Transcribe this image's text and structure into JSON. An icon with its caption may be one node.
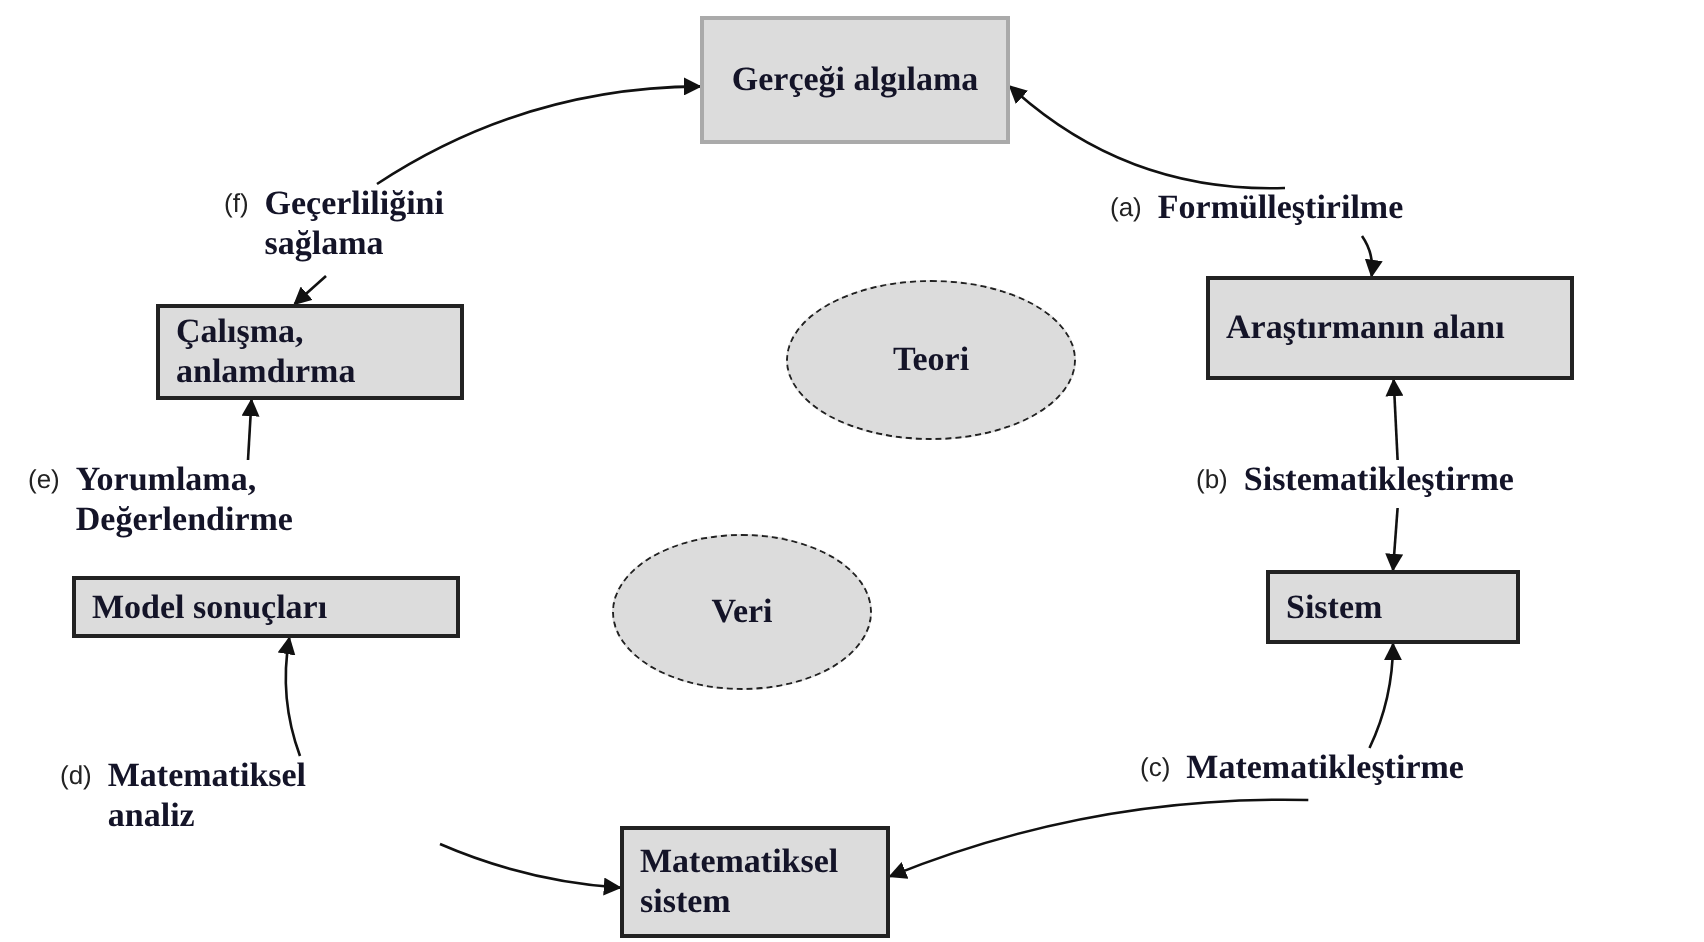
{
  "diagram": {
    "nodes": [
      {
        "text": [
          "Gerçeği algılama"
        ]
      },
      {
        "text": [
          "(f)",
          "Geçerliliğini sağlama"
        ]
      },
      {
        "text": [
          "(a)",
          "Formülleştirilme"
        ]
      },
      {
        "text": [
          "Çalışma, anlamdırma"
        ]
      },
      {
        "text": [
          "Teori"
        ]
      },
      {
        "text": [
          "Araştırmanın alanı"
        ]
      },
      {
        "text": [
          "(e)",
          "Yorumlama, Değerlendirme"
        ]
      },
      {
        "text": [
          "(b)",
          "Sistematikleştirme"
        ]
      },
      {
        "text": [
          "Model sonuçları"
        ]
      },
      {
        "text": [
          "Veri"
        ]
      },
      {
        "text": [
          "Sistem"
        ]
      },
      {
        "text": [
          "(d)",
          "Matematiksel analiz"
        ]
      },
      {
        "text": [
          "(c)",
          "Matematikleştirme"
        ]
      },
      {
        "text": [
          "Matematiksel sistem"
        ]
      }
    ],
    "edges": [
      {
        "from": 2,
        "to": 0,
        "arrow": "to"
      },
      {
        "from": 2,
        "to": 5,
        "arrow": "to"
      },
      {
        "from": 7,
        "to": 5,
        "arrow": "to"
      },
      {
        "from": 7,
        "to": 10,
        "arrow": "to"
      },
      {
        "from": 12,
        "to": 10,
        "arrow": "to"
      },
      {
        "from": 12,
        "to": 13,
        "arrow": "to"
      },
      {
        "from": 11,
        "to": 8,
        "arrow": "to"
      },
      {
        "from": 11,
        "to": 13,
        "arrow": "to"
      },
      {
        "from": 6,
        "to": 3,
        "arrow": "to"
      },
      {
        "from": 1,
        "to": 3,
        "arrow": "to"
      },
      {
        "from": 1,
        "to": 0,
        "arrow": "to"
      }
    ]
  }
}
